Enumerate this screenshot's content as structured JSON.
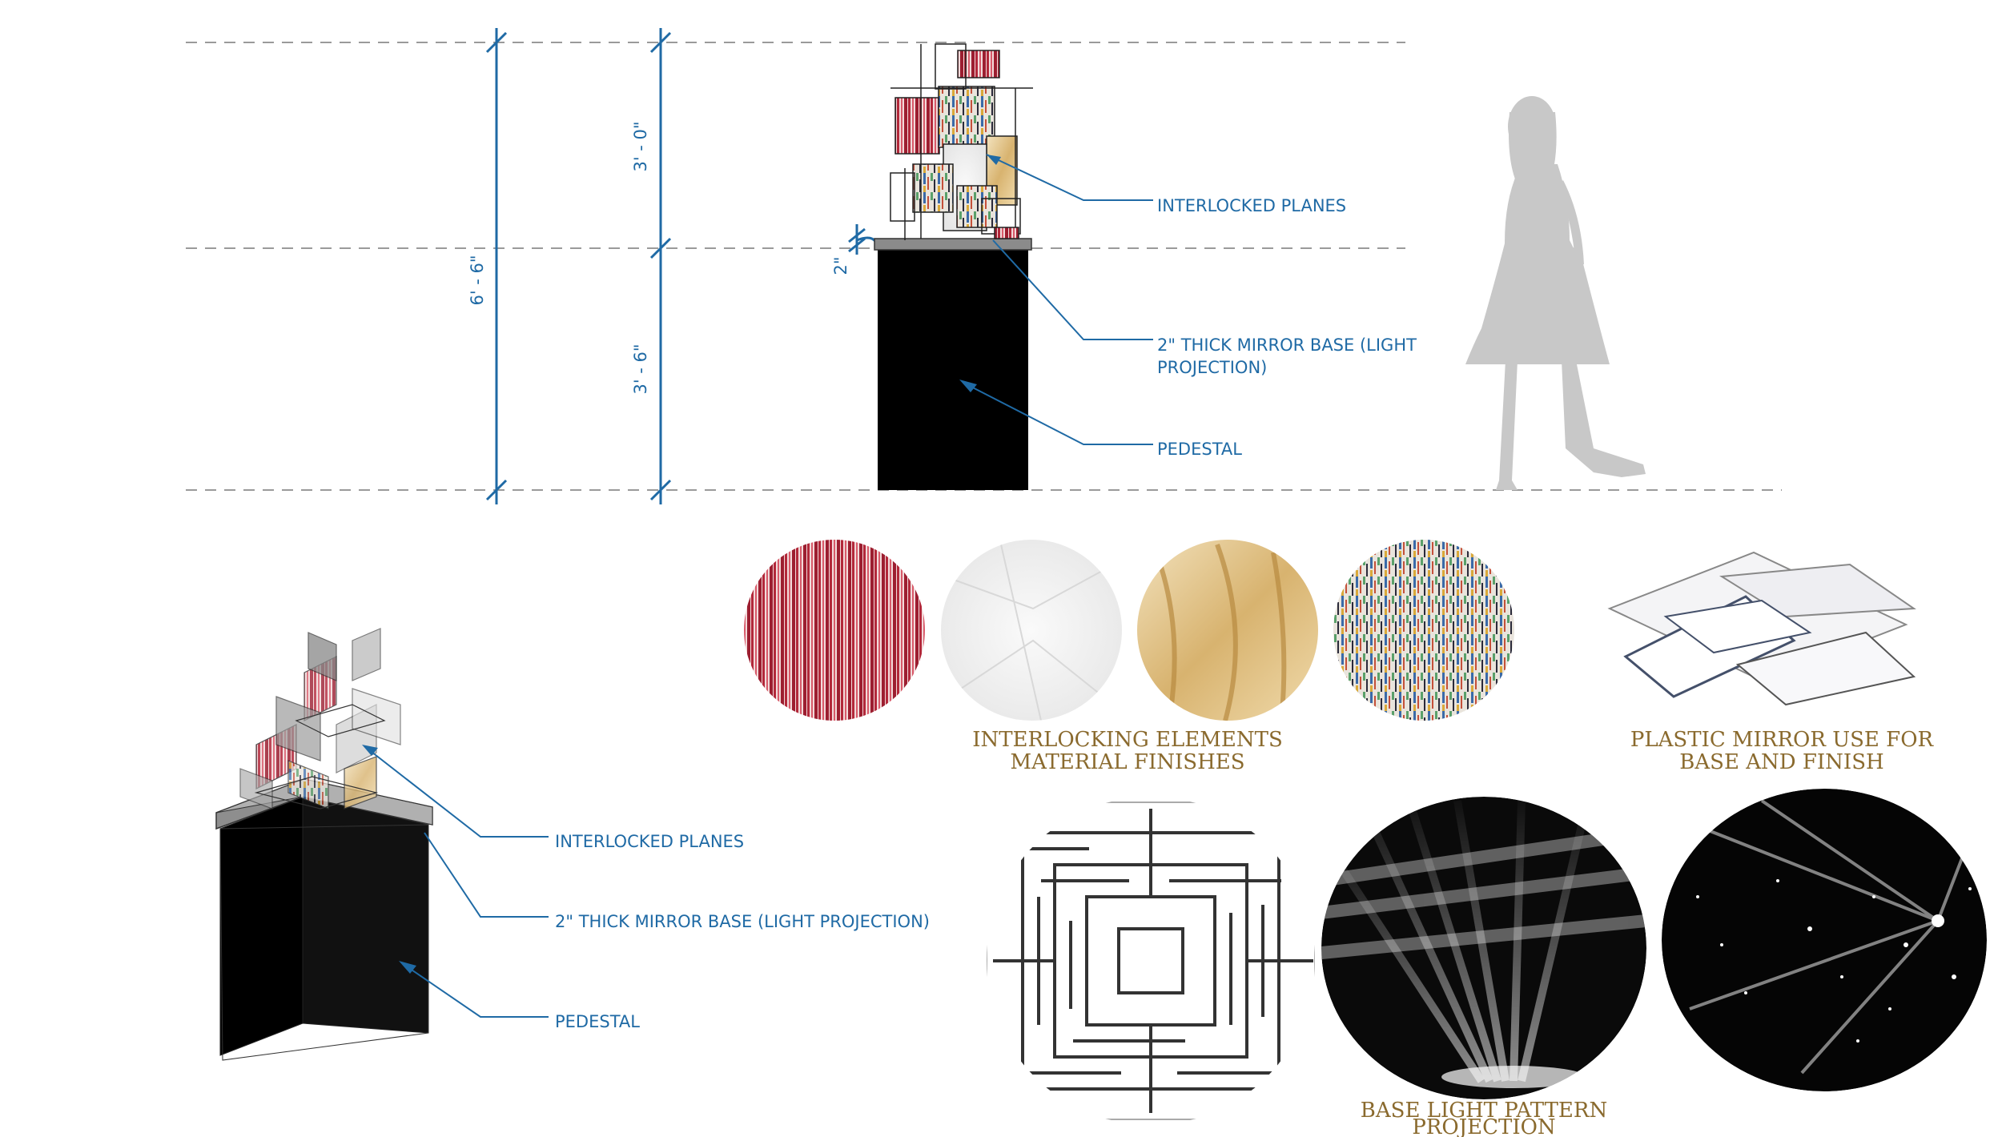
{
  "elevation": {
    "dims": {
      "total": "6' - 6\"",
      "upper": "3' - 0\"",
      "lower": "3' - 6\"",
      "base": "2\""
    },
    "labels": {
      "planes": "INTERLOCKED PLANES",
      "mirror_line1": "2\" THICK MIRROR BASE  (LIGHT",
      "mirror_line2": "PROJECTION)",
      "pedestal": "PEDESTAL"
    }
  },
  "axon": {
    "labels": {
      "planes": "INTERLOCKED PLANES",
      "mirror": "2\" THICK MIRROR BASE (LIGHT PROJECTION)",
      "pedestal": "PEDESTAL"
    }
  },
  "materials": {
    "caption_line1": "INTERLOCKING ELEMENTS",
    "caption_line2": "MATERIAL FINISHES",
    "swatches": [
      "red-striped-finish",
      "white-crumpled-finish",
      "gold-crumpled-finish",
      "multicolor-strip-finish"
    ]
  },
  "mirror": {
    "caption_line1": "PLASTIC MIRROR USE FOR",
    "caption_line2": "BASE AND FINISH"
  },
  "light": {
    "caption_line1": "BASE LIGHT PATTERN",
    "caption_line2": "PROJECTION"
  },
  "colors": {
    "annotation": "#1f6aa5",
    "caption": "#8a6a2e",
    "pedestal": "#000000",
    "silhouette": "#c8c8c8"
  }
}
